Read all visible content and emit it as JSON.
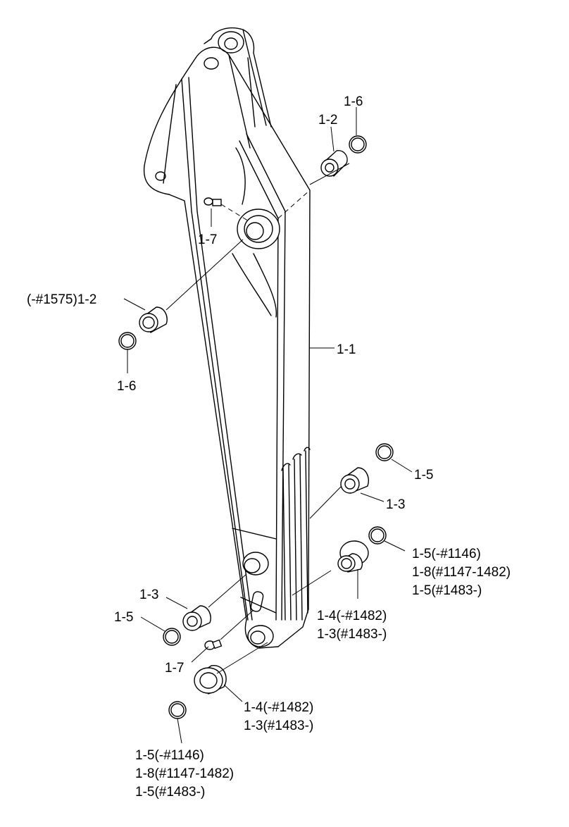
{
  "labels": {
    "l_1_1": "1-1",
    "l_1_2_top": "1-2",
    "l_1_6_top": "1-6",
    "l_1_7_top": "1-7",
    "l_1_2_left": "(-#1575)1-2",
    "l_1_6_left": "1-6",
    "l_1_5_right": "1-5",
    "l_1_3_right": "1-3",
    "l_1_5_right_b1": "1-5(-#1146)",
    "l_1_5_right_b2": "1-8(#1147-1482)",
    "l_1_5_right_b3": "1-5(#1483-)",
    "l_1_4_right_1": "1-4(-#1482)",
    "l_1_4_right_2": "1-3(#1483-)",
    "l_1_3_left": "1-3",
    "l_1_5_left": "1-5",
    "l_1_7_bottom": "1-7",
    "l_1_4_bottom_1": "1-4(-#1482)",
    "l_1_4_bottom_2": "1-3(#1483-)",
    "l_1_5_bottom_1": "1-5(-#1146)",
    "l_1_5_bottom_2": "1-8(#1147-1482)",
    "l_1_5_bottom_3": "1-5(#1483-)"
  }
}
